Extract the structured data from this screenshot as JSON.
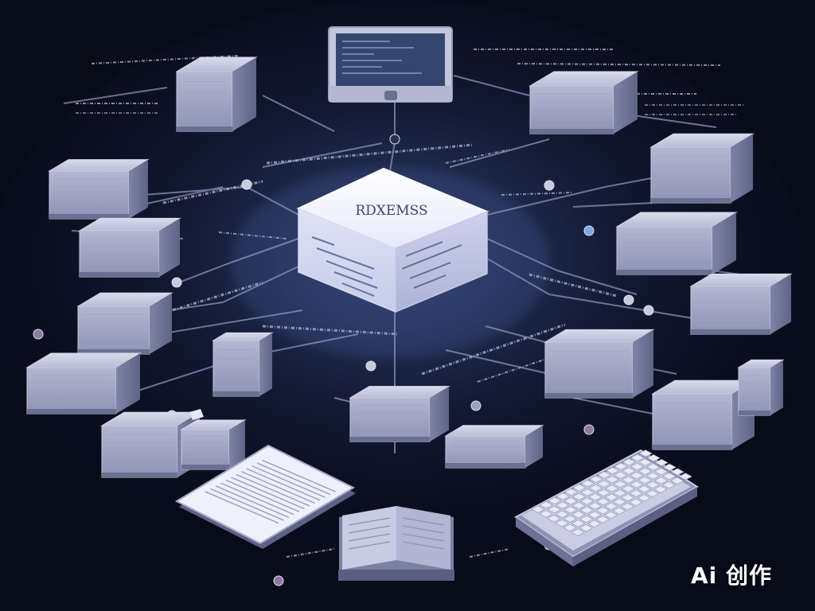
{
  "center_label": "RDXEMSS",
  "watermark": {
    "text": "Ai 创作",
    "kind": "logo"
  },
  "colors": {
    "background": "#080b18",
    "glow": "#3c4f86",
    "line": "#8d93b8",
    "box": "#b7bad4",
    "center_face": "#eef1ff",
    "screen": "#35466e",
    "dot": "#c7c9de"
  },
  "icons": [
    "monitor-icon",
    "server-box-icon",
    "document-icon",
    "keyboard-icon",
    "open-book-icon",
    "connector-node-icon"
  ]
}
